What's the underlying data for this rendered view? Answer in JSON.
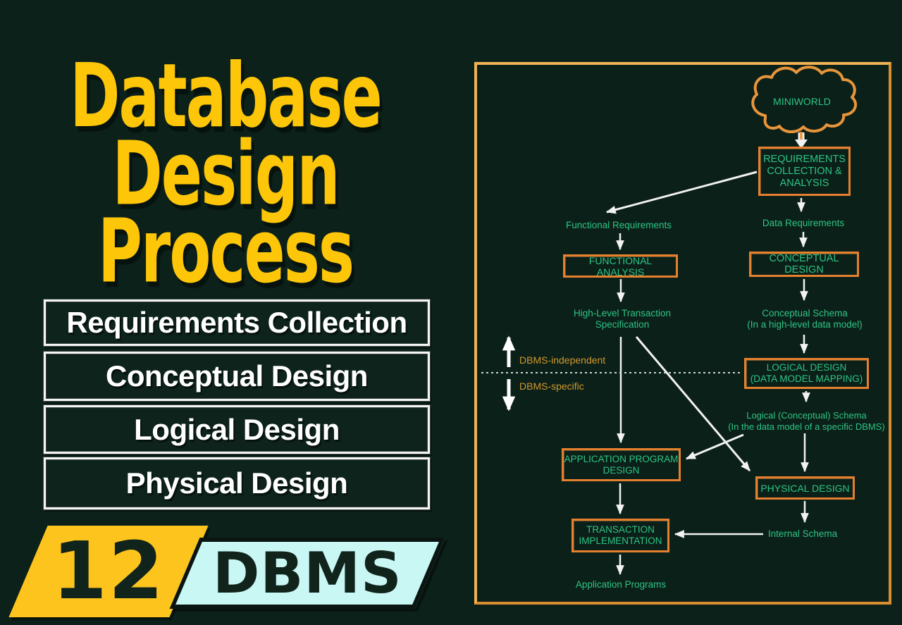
{
  "left": {
    "title_lines": [
      "Database",
      "Design",
      "Process"
    ],
    "steps": [
      "Requirements Collection",
      "Conceptual Design",
      "Logical Design",
      "Physical Design"
    ],
    "episode": "12",
    "series": "DBMS"
  },
  "diagram": {
    "cloud_label": "MINIWORLD",
    "boxes": {
      "requirements": "REQUIREMENTS\nCOLLECTION &\nANALYSIS",
      "functional_analysis": "FUNCTIONAL ANALYSIS",
      "conceptual_design": "CONCEPTUAL DESIGN",
      "logical_design": "LOGICAL DESIGN\n(DATA MODEL MAPPING)",
      "application_program_design": "APPLICATION PROGRAM\nDESIGN",
      "physical_design": "PHYSICAL DESIGN",
      "transaction_implementation": "TRANSACTION\nIMPLEMENTATION"
    },
    "labels": {
      "functional_requirements": "Functional Requirements",
      "data_requirements": "Data Requirements",
      "high_level_transaction_specification": "High-Level Transaction\nSpecification",
      "conceptual_schema": "Conceptual Schema\n(In a high-level data model)",
      "logical_schema": "Logical (Conceptual) Schema\n(In the data model of a specific DBMS)",
      "internal_schema": "Internal Schema",
      "application_programs": "Application Programs",
      "dbms_independent": "DBMS-independent",
      "dbms_specific": "DBMS-specific"
    }
  },
  "colors": {
    "background": "#0c211a",
    "title_yellow": "#fdc608",
    "episode_yellow": "#fcc41d",
    "series_cyan": "#c9f7f3",
    "frame_orange": "#e8953a",
    "box_border_orange": "#e5802e",
    "diagram_green": "#2ec485",
    "divider_gold": "#d2992f",
    "arrow_white": "#f2f2f2"
  }
}
